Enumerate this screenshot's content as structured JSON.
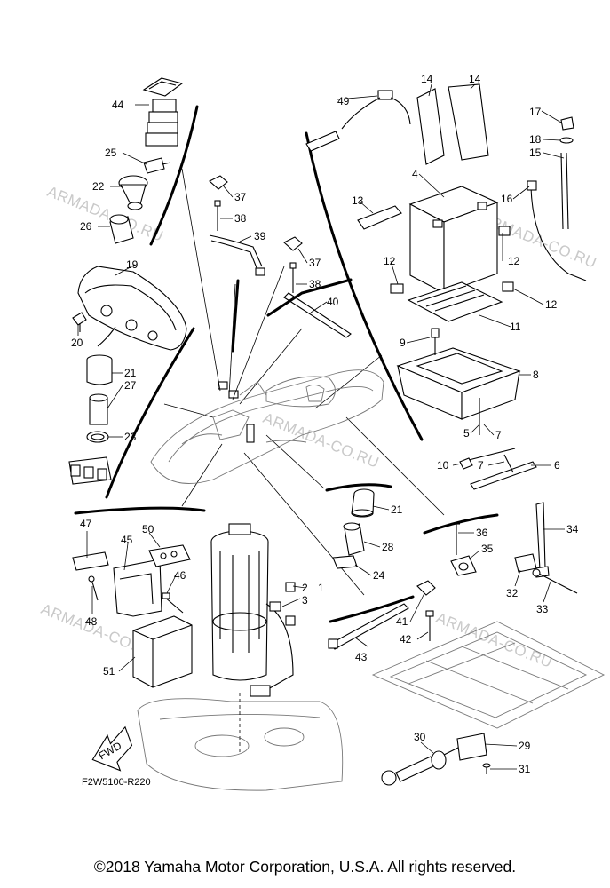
{
  "diagram": {
    "code": "F2W5100-R220",
    "fwd_label": "FWD",
    "watermark": "ARMADA-CO.RU",
    "copyright": "©2018 Yamaha Motor Corporation, U.S.A. All rights reserved.",
    "callouts": [
      "1",
      "2",
      "3",
      "4",
      "5",
      "6",
      "7",
      "8",
      "9",
      "10",
      "11",
      "12",
      "13",
      "14",
      "15",
      "16",
      "17",
      "18",
      "19",
      "20",
      "21",
      "22",
      "23",
      "24",
      "25",
      "26",
      "27",
      "28",
      "29",
      "30",
      "31",
      "32",
      "33",
      "34",
      "35",
      "36",
      "37",
      "38",
      "39",
      "40",
      "41",
      "42",
      "43",
      "44",
      "45",
      "46",
      "47",
      "48",
      "49",
      "50",
      "51"
    ],
    "repeat_callouts": {
      "sevenB": "7",
      "twelveB": "12",
      "twelveC": "12",
      "fourteenB": "14",
      "twentyoneB": "21",
      "thirtysevenB": "37",
      "thirtyeightB": "38"
    }
  }
}
